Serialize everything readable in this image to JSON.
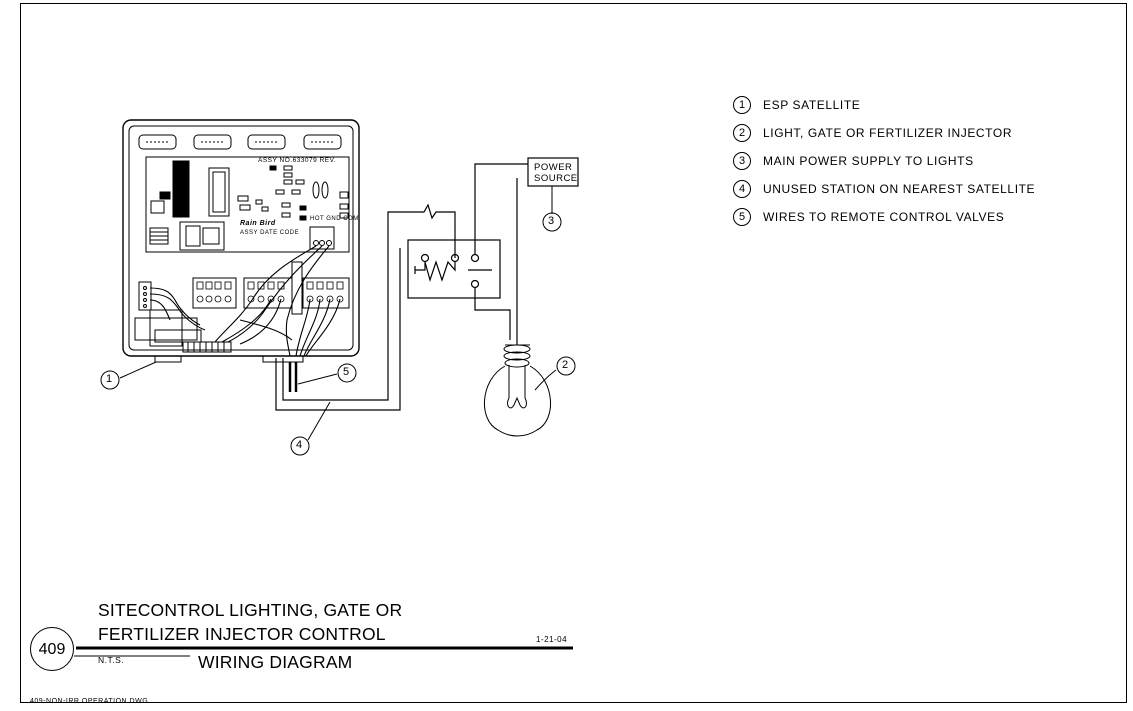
{
  "legend": [
    {
      "num": "1",
      "text": "ESP SATELLITE"
    },
    {
      "num": "2",
      "text": "LIGHT, GATE OR FERTILIZER INJECTOR"
    },
    {
      "num": "3",
      "text": "MAIN POWER SUPPLY TO LIGHTS"
    },
    {
      "num": "4",
      "text": "UNUSED STATION ON NEAREST SATELLITE"
    },
    {
      "num": "5",
      "text": "WIRES TO REMOTE CONTROL VALVES"
    }
  ],
  "diagram": {
    "power_source_line1": "POWER",
    "power_source_line2": "SOURCE",
    "board_assy": "ASSY NO.633079   REV.",
    "board_logo": "Rain Bird",
    "board_date": "ASSY DATE CODE",
    "terminal_labels": "HOT  GND  COM",
    "callouts": [
      "1",
      "2",
      "3",
      "4",
      "5"
    ]
  },
  "title_block": {
    "detail_number": "409",
    "title_line1": "SITECONTROL  LIGHTING, GATE OR",
    "title_line2": "FERTILIZER INJECTOR CONTROL",
    "scale": "N.T.S.",
    "date": "1-21-04",
    "subtitle": "WIRING DIAGRAM",
    "filename": "409-NON-IRR OPERATION.DWG"
  }
}
